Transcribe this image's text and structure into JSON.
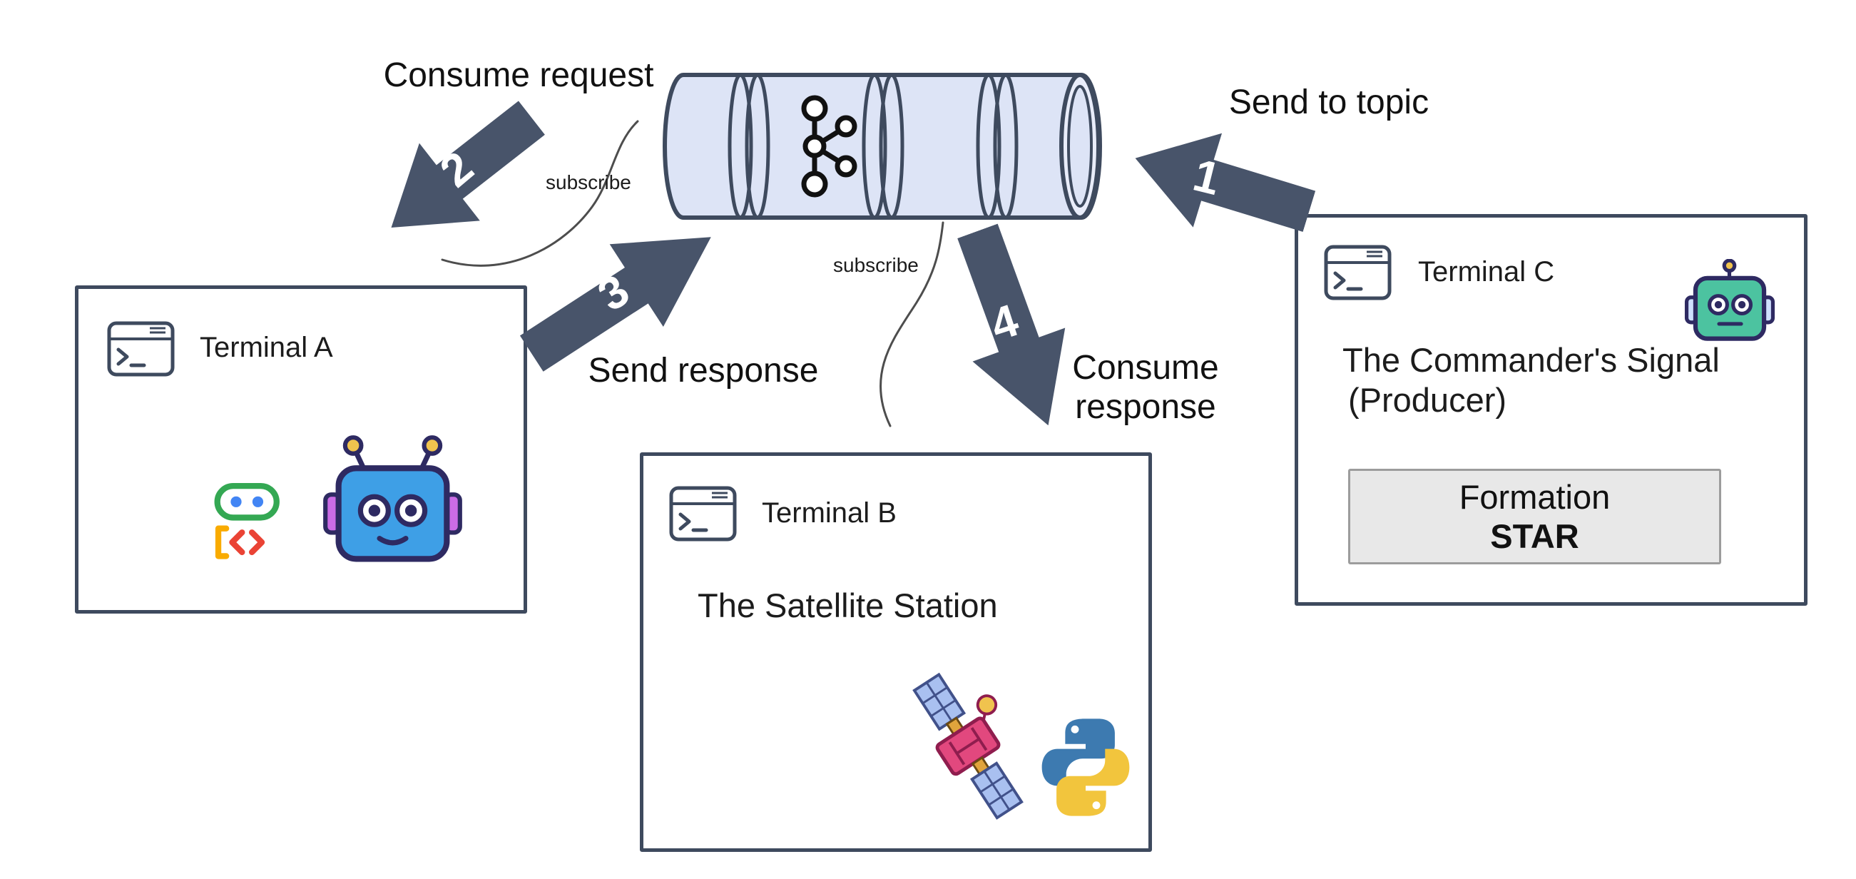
{
  "diagram": {
    "steps": [
      {
        "num": "1",
        "label": "Send to topic"
      },
      {
        "num": "2",
        "label": "Consume request"
      },
      {
        "num": "3",
        "label": "Send response"
      },
      {
        "num": "4",
        "label": "Consume response"
      }
    ],
    "topic": {
      "icon": "kafka-logo-icon",
      "subscribe_left": "subscribe",
      "subscribe_bottom": "subscribe"
    },
    "colors": {
      "arrow": "#48546a",
      "box_border": "#3e4a5e",
      "cylinder_fill": "#dde4f6",
      "cylinder_end_fill": "#e9edfa",
      "outline": "#3e4a5e",
      "formation_fill": "#e8e8e8",
      "formation_border": "#9c9c9c",
      "step_number": "#ffffff",
      "text": "#1c1c1c"
    }
  },
  "terminals": {
    "a": {
      "title": "Terminal A",
      "icons": [
        "terminal-icon",
        "chatbot-icon",
        "robot-blue-icon"
      ]
    },
    "b": {
      "title": "Terminal B",
      "subtitle": "The Satellite Station",
      "icons": [
        "terminal-icon",
        "satellite-icon",
        "python-icon"
      ]
    },
    "c": {
      "title": "Terminal C",
      "role_line1": "The Commander's Signal",
      "role_line2": "(Producer)",
      "icons": [
        "terminal-icon",
        "robot-green-icon"
      ],
      "formation_panel": {
        "line1": "Formation",
        "line2": "STAR"
      }
    }
  }
}
